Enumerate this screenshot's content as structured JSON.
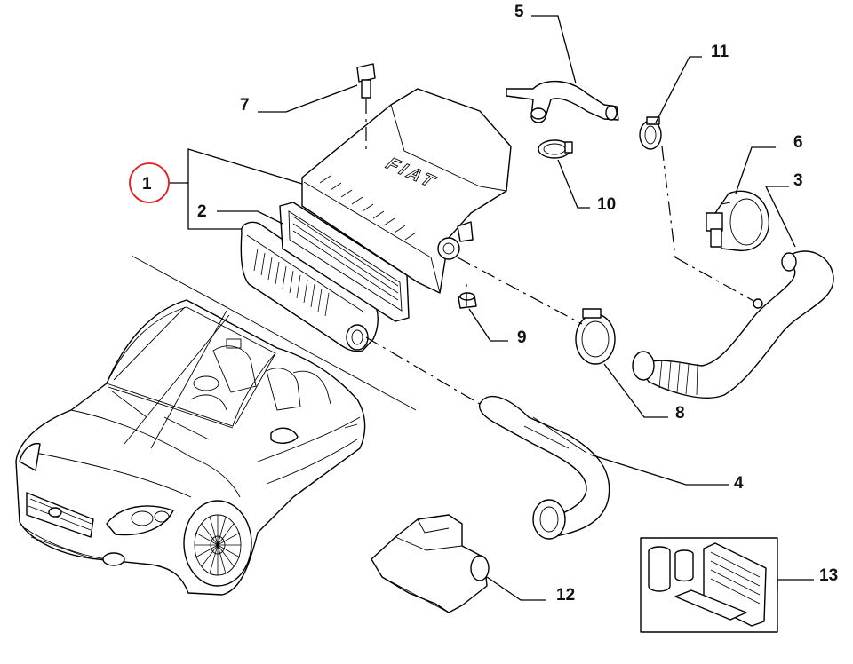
{
  "diagram": {
    "parts": [
      {
        "id": "part-1",
        "label": "1"
      },
      {
        "id": "part-2",
        "label": "2"
      },
      {
        "id": "part-3",
        "label": "3"
      },
      {
        "id": "part-4",
        "label": "4"
      },
      {
        "id": "part-5",
        "label": "5"
      },
      {
        "id": "part-6",
        "label": "6"
      },
      {
        "id": "part-7",
        "label": "7"
      },
      {
        "id": "part-8",
        "label": "8"
      },
      {
        "id": "part-9",
        "label": "9"
      },
      {
        "id": "part-10",
        "label": "10"
      },
      {
        "id": "part-11",
        "label": "11"
      },
      {
        "id": "part-12",
        "label": "12"
      },
      {
        "id": "part-13",
        "label": "13"
      }
    ],
    "highlighted_label": "1",
    "highlight_color": "#e02020",
    "airbox_logo": "FIAT"
  }
}
